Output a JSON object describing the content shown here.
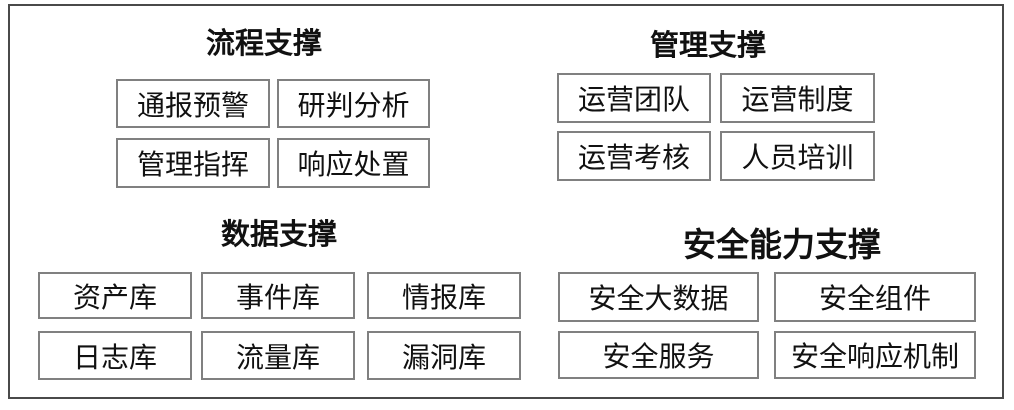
{
  "diagram": {
    "colors": {
      "background": "#ffffff",
      "frame_border": "#4a4a4a",
      "box_border": "#808080",
      "text": "#111111"
    },
    "sections": [
      {
        "id": "process-support",
        "title": "流程支撑",
        "boxes": [
          "通报预警",
          "研判分析",
          "管理指挥",
          "响应处置"
        ]
      },
      {
        "id": "management-support",
        "title": "管理支撑",
        "boxes": [
          "运营团队",
          "运营制度",
          "运营考核",
          "人员培训"
        ]
      },
      {
        "id": "data-support",
        "title": "数据支撑",
        "boxes": [
          "资产库",
          "事件库",
          "情报库",
          "日志库",
          "流量库",
          "漏洞库"
        ]
      },
      {
        "id": "security-capability-support",
        "title": "安全能力支撑",
        "boxes": [
          "安全大数据",
          "安全组件",
          "安全服务",
          "安全响应机制"
        ]
      }
    ]
  }
}
